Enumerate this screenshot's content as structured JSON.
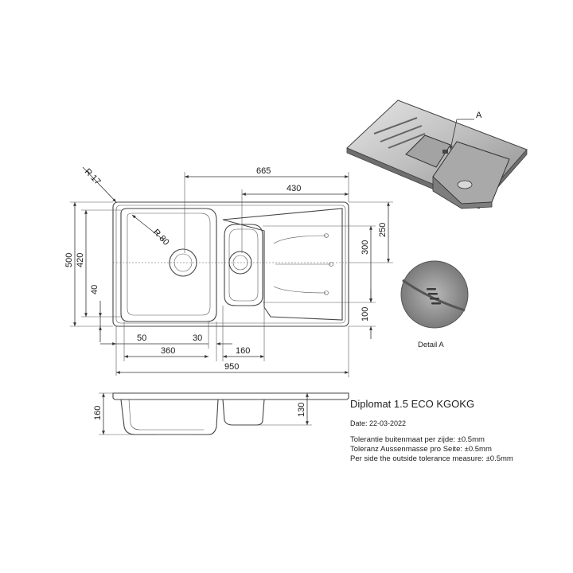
{
  "product": {
    "title": "Diplomat 1.5 ECO KGOKG",
    "date": "Date: 22-03-2022",
    "tolerances": [
      "Tolerantie buitenmaat per zijde: ±0.5mm",
      "Toleranz Aussenmasse pro Seite: ±0.5mm",
      "Per side the outside tolerance measure: ±0.5mm"
    ]
  },
  "detail": {
    "marker": "A",
    "label": "Detail A"
  },
  "dimensions": {
    "overall_length": "950",
    "overall_width": "500",
    "bowl_span": "665",
    "half_bowl_drainer": "430",
    "width_420": "420",
    "width_250": "250",
    "width_300": "300",
    "edge_40": "40",
    "edge_100": "100",
    "bottom_50": "50",
    "bottom_30": "30",
    "bowl_360": "360",
    "half_bowl_160": "160",
    "radius_corner": "R 17",
    "radius_bowl": "R 80",
    "depth_main": "160",
    "depth_half": "130"
  }
}
